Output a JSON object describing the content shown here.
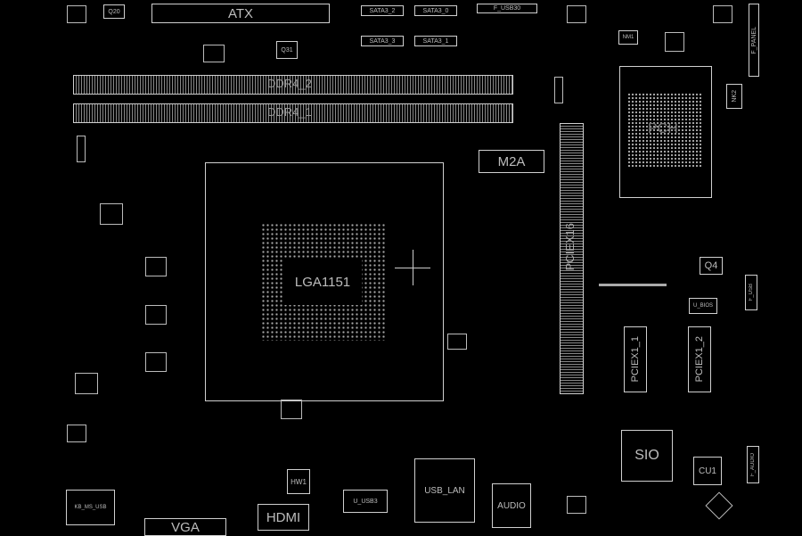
{
  "board": {
    "atx": "ATX",
    "sata32": "SATA3_2",
    "sata30": "SATA3_0",
    "sata33": "SATA3_3",
    "sata31": "SATA3_1",
    "fusb30": "F_USB30",
    "ddr42": "DDR4_2",
    "ddr41": "DDR4_1",
    "m2a": "M2A",
    "pciex16": "PCIEX16",
    "pch": "PCH",
    "cpu": "LGA1151",
    "q4": "Q4",
    "fusb": "F_USB",
    "pciex11": "PCIEX1_1",
    "pciex12": "PCIEX1_2",
    "sio": "SIO",
    "cu1": "CU1",
    "faudio": "F_AUDIO",
    "usblan": "USB_LAN",
    "audio": "AUDIO",
    "hdmi": "HDMI",
    "vga": "VGA",
    "hw1": "HW1",
    "uusb3": "U_USB3",
    "kbms": "KB_MS_USB",
    "fpanel": "F_PANEL",
    "nk2": "NK2",
    "nm1": "NM1",
    "q31": "Q31",
    "q20": "Q20",
    "ubios": "U_BIOS"
  }
}
